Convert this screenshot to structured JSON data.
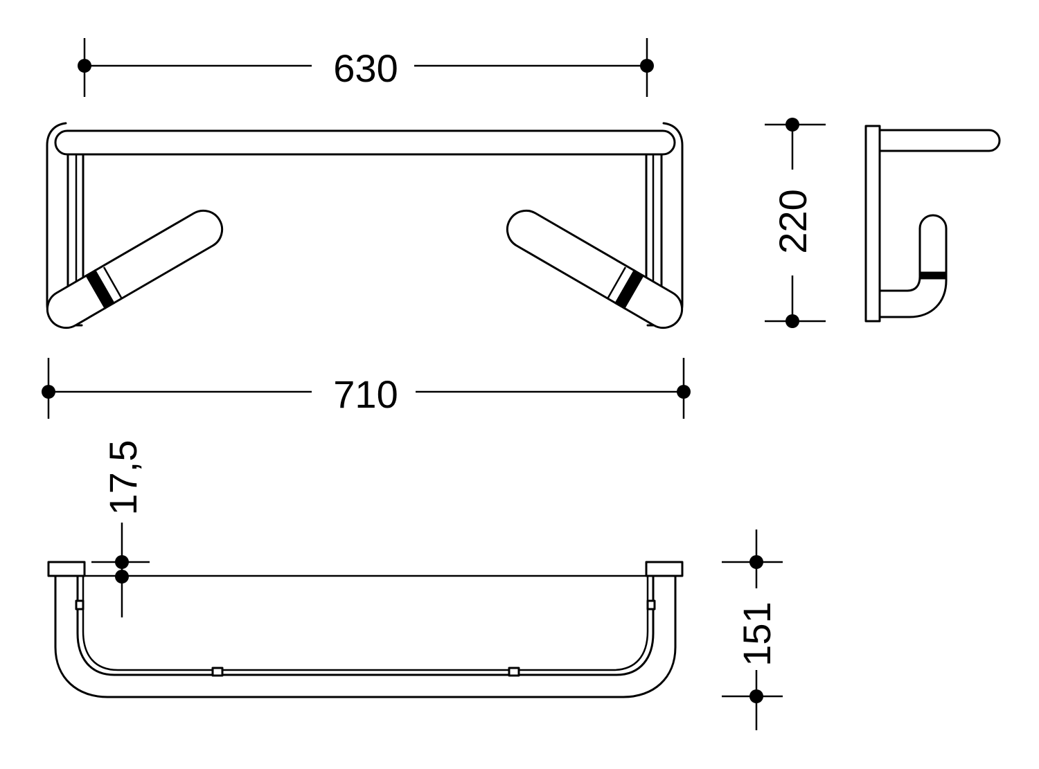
{
  "dimensions": {
    "top_width": "630",
    "overall_width": "710",
    "height": "220",
    "depth": "151",
    "wall_offset": "17,5"
  }
}
